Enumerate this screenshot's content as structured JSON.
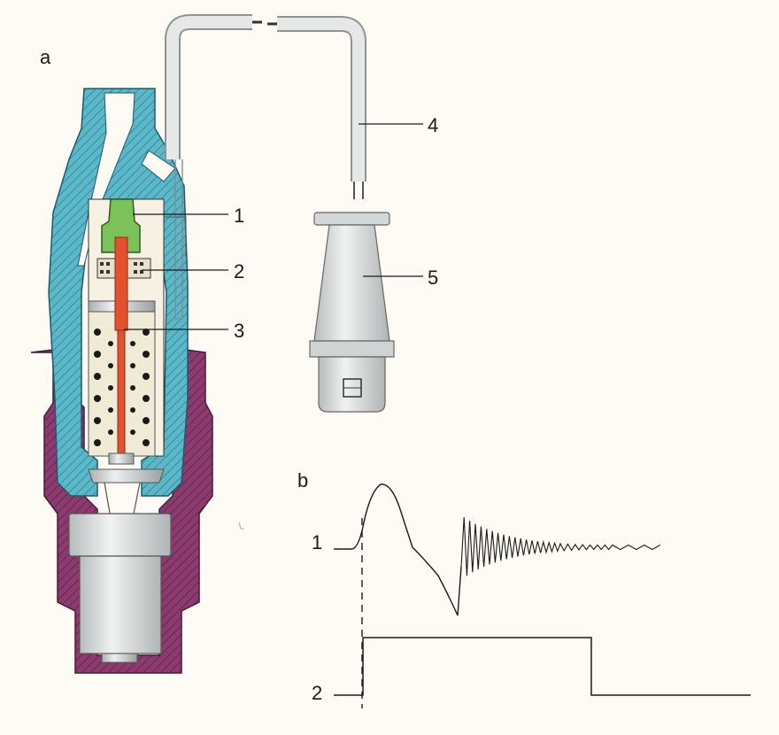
{
  "panels": {
    "a": "a",
    "b": "b"
  },
  "callouts": [
    "1",
    "2",
    "3",
    "4",
    "5"
  ],
  "trace_labels": [
    "1",
    "2"
  ],
  "colors": {
    "background": "#fdfbf4",
    "body_blue": "#5bb8c8",
    "housing_purple": "#8b3b6e",
    "needle_red": "#e2522f",
    "sensor_green": "#7cc25a",
    "metal_grey": "#d9dcdc",
    "line": "#1a1a1a"
  },
  "icons": [
    "injector-cross-section",
    "connector-plug",
    "signal-waveform"
  ]
}
